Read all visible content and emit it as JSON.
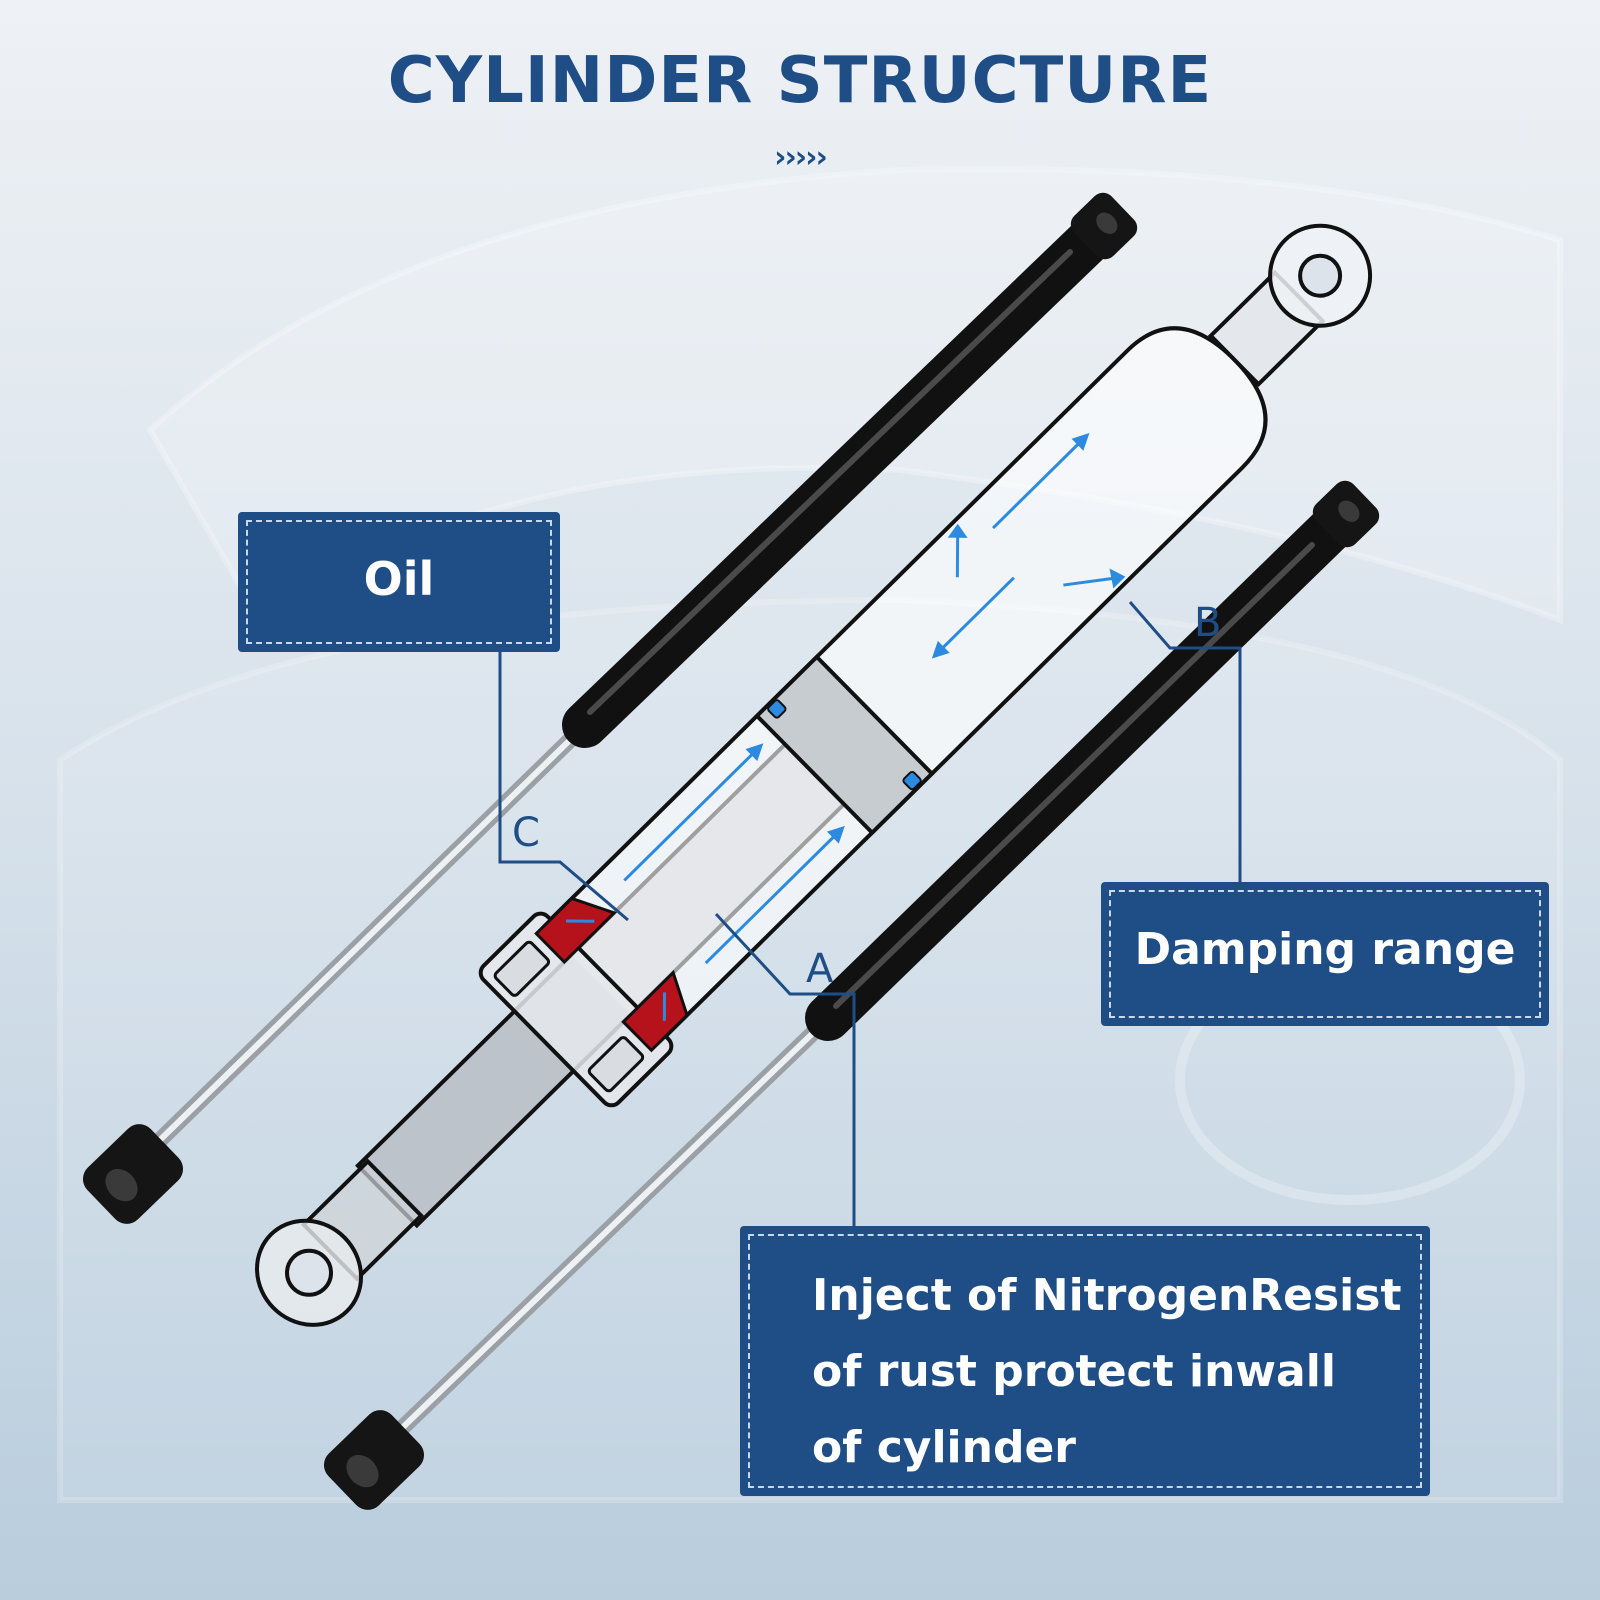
{
  "title": "CYLINDER STRUCTURE",
  "chevrons": "›››››",
  "labels": {
    "oil": "Oil",
    "damping": "Damping range",
    "nitrogen_lines": [
      "Inject of NitrogenResist",
      "of rust protect inwall",
      "of cylinder"
    ]
  },
  "points": {
    "a": "A",
    "b": "B",
    "c": "C"
  },
  "colors": {
    "brand_blue": "#1f4e86",
    "arrow_blue": "#2c8be0",
    "seal_red": "#b5121b",
    "strut_black": "#111111",
    "rod_silver": "#c8ccd0"
  }
}
